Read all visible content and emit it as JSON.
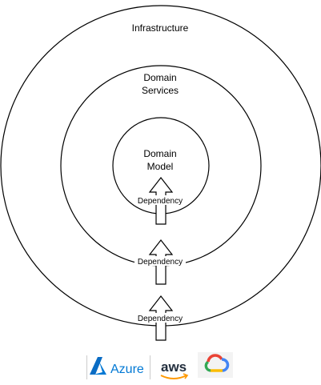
{
  "diagram": {
    "rings": [
      {
        "label": "Infrastructure"
      },
      {
        "label_line1": "Domain",
        "label_line2": "Services"
      },
      {
        "label_line1": "Domain",
        "label_line2": "Model"
      }
    ],
    "dependencies": [
      {
        "label": "Dependency"
      },
      {
        "label": "Dependency"
      },
      {
        "label": "Dependency"
      }
    ]
  },
  "logos": {
    "azure": {
      "text": "Azure",
      "color": "#0078d4"
    },
    "aws": {
      "text": "aws",
      "color": "#232f3e",
      "smile_color": "#ff9900"
    },
    "gcp": {
      "icon": "google-cloud-icon",
      "colors": [
        "#ea4335",
        "#4285f4",
        "#34a853",
        "#fbbc05"
      ]
    }
  }
}
